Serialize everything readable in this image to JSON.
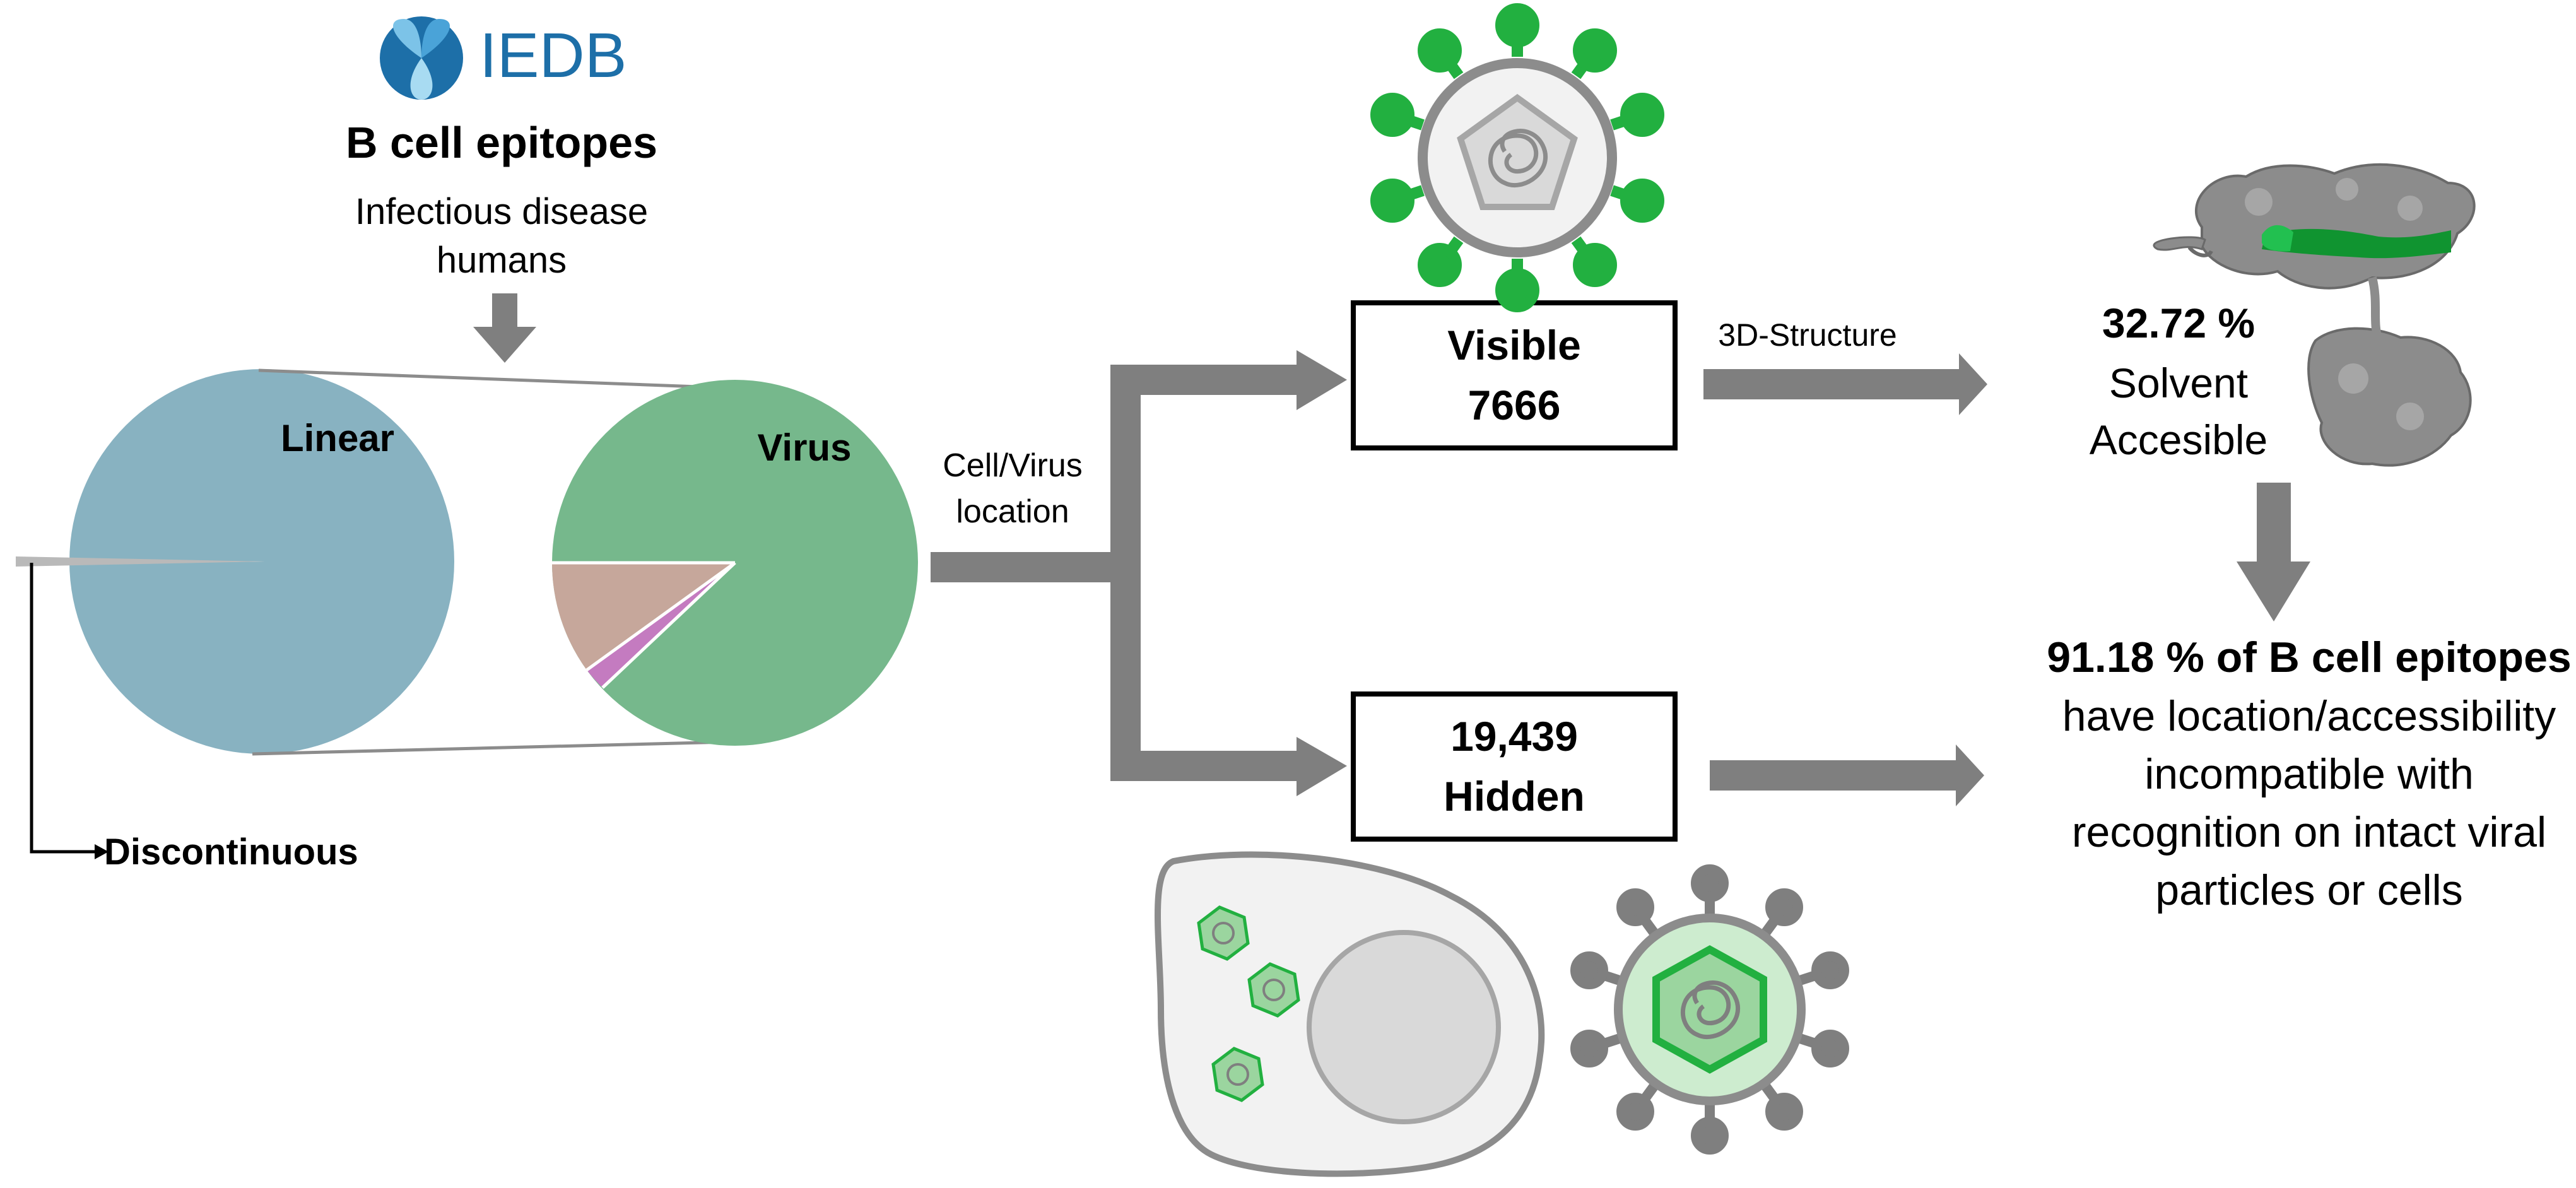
{
  "logo": {
    "text": "IEDB",
    "color": "#1d6fa8"
  },
  "header": {
    "title": "B cell epitopes",
    "subtitle_line1": "Infectious disease",
    "subtitle_line2": "humans"
  },
  "pie_left": {
    "label": "Linear",
    "color": "#88b2c1",
    "sliver_label": "Discontinuous",
    "sliver_color": "#b9b9b9"
  },
  "pie_right": {
    "label": "Virus",
    "colors": {
      "virus": "#76b88c",
      "other": "#c6a79b",
      "minor": "#c47bc0"
    }
  },
  "location": {
    "line1": "Cell/Virus",
    "line2": "location"
  },
  "visible_box": {
    "label": "Visible",
    "value": "7666"
  },
  "hidden_box": {
    "value": "19,439",
    "label": "Hidden"
  },
  "structure_label": "3D-Structure",
  "solvent": {
    "percent": "32.72 %",
    "line1": "Solvent",
    "line2": "Accesible"
  },
  "conclusion": {
    "line1": "91.18 % of B cell epitopes",
    "line2": "have location/accessibility",
    "line3": "incompatible with",
    "line4": "recognition on intact viral",
    "line5": "particles or cells"
  },
  "colors": {
    "arrow": "#7f7f7f",
    "green": "#22b040",
    "dark_green": "#109430",
    "grey_shape": "#8c8c8c"
  }
}
